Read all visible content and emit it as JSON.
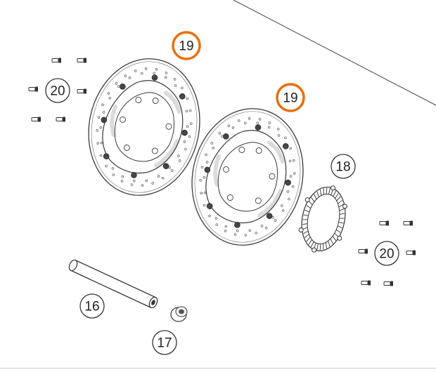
{
  "diagram": {
    "callouts": [
      {
        "id": "disc-left",
        "label": "19",
        "highlighted": true
      },
      {
        "id": "disc-right",
        "label": "19",
        "highlighted": true
      },
      {
        "id": "bolts-left",
        "label": "20",
        "highlighted": false
      },
      {
        "id": "pulse-ring",
        "label": "18",
        "highlighted": false
      },
      {
        "id": "bolts-right",
        "label": "20",
        "highlighted": false
      },
      {
        "id": "axle",
        "label": "16",
        "highlighted": false
      },
      {
        "id": "nut",
        "label": "17",
        "highlighted": false
      }
    ]
  },
  "colors": {
    "highlight": "#e8700e",
    "line": "#3a3a3a",
    "callout_border": "#333333"
  }
}
